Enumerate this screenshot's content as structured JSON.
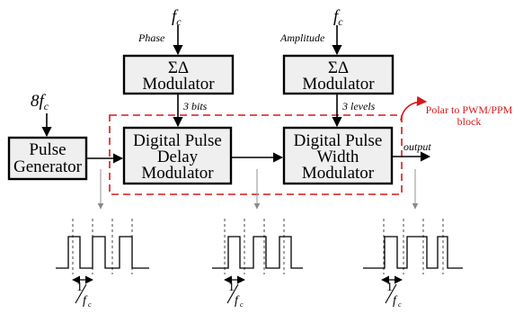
{
  "blocks": {
    "pulse_generator": [
      "Pulse",
      "Generator"
    ],
    "sd_phase": [
      "ΣΔ",
      "Modulator"
    ],
    "sd_amplitude": [
      "ΣΔ",
      "Modulator"
    ],
    "delay_modulator": [
      "Digital Pulse",
      "Delay",
      "Modulator"
    ],
    "width_modulator": [
      "Digital Pulse",
      "Width",
      "Modulator"
    ]
  },
  "inputs": {
    "fc_phase": "f",
    "fc_phase_sub": "c",
    "fc_amp": "f",
    "fc_amp_sub": "c",
    "clock_prefix": "8f",
    "clock_sub": "c"
  },
  "signal_labels": {
    "phase": "Phase",
    "amplitude": "Amplitude",
    "bits": "3 bits",
    "levels": "3 levels",
    "output": "output"
  },
  "annotation": {
    "lines": [
      "Polar to PWM/PPM",
      "block"
    ],
    "color": "#d41a1a"
  },
  "period_label": {
    "num": "1",
    "den": "f",
    "den_sub": "c"
  }
}
